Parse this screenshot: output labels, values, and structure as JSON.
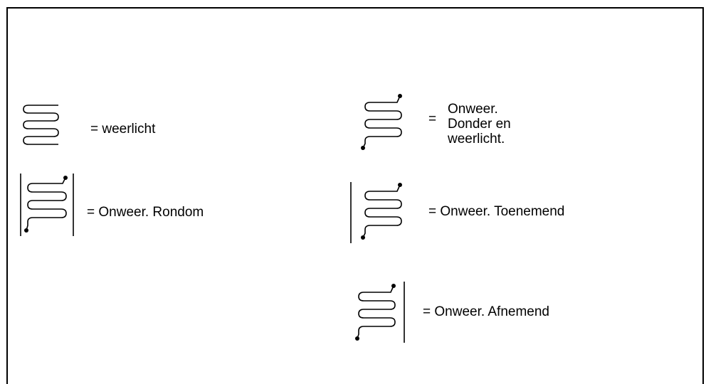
{
  "legend": {
    "items": [
      {
        "symbol": "weerlicht-icon",
        "label": "= weerlicht"
      },
      {
        "symbol": "onweer-icon",
        "label_eq": "=",
        "label_lines": [
          "Onweer.",
          "Donder en",
          "weerlicht."
        ]
      },
      {
        "symbol": "onweer-rondom-icon",
        "label": "= Onweer. Rondom"
      },
      {
        "symbol": "onweer-toenemend-icon",
        "label": "= Onweer. Toenemend"
      },
      {
        "symbol": "onweer-afnemend-icon",
        "label": "= Onweer. Afnemend"
      }
    ]
  }
}
